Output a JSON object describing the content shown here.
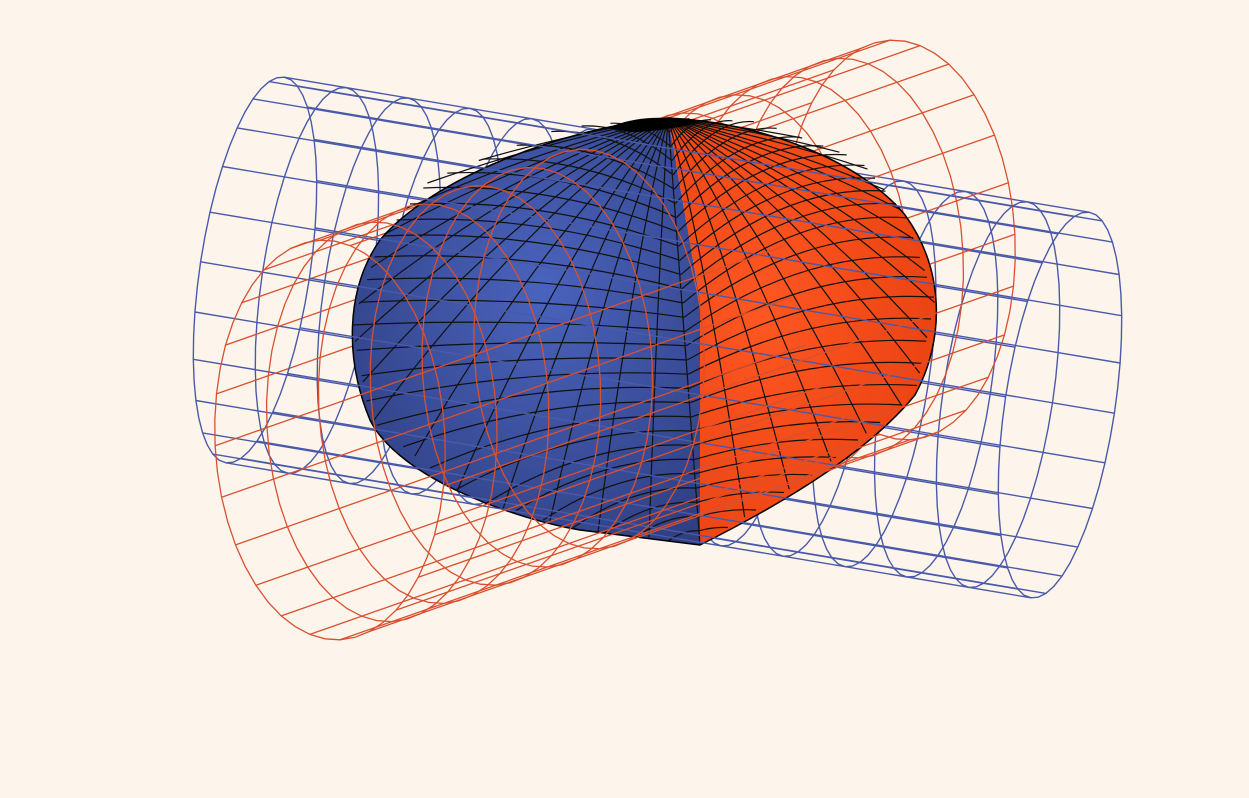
{
  "figure": {
    "type": "steinmetz-solid",
    "cylinders": [
      {
        "name": "",
        "color": "#4a5aa8",
        "style": "wireframe",
        "axis": "left-right"
      },
      {
        "name": "",
        "color": "#d9502f",
        "style": "wireframe",
        "axis": "front-back"
      }
    ],
    "solid_faces": [
      {
        "color": "#3f56a8"
      },
      {
        "color": "#ff4e1f"
      }
    ],
    "background": "#fdf5ec",
    "mesh_line_color": "#111111"
  }
}
